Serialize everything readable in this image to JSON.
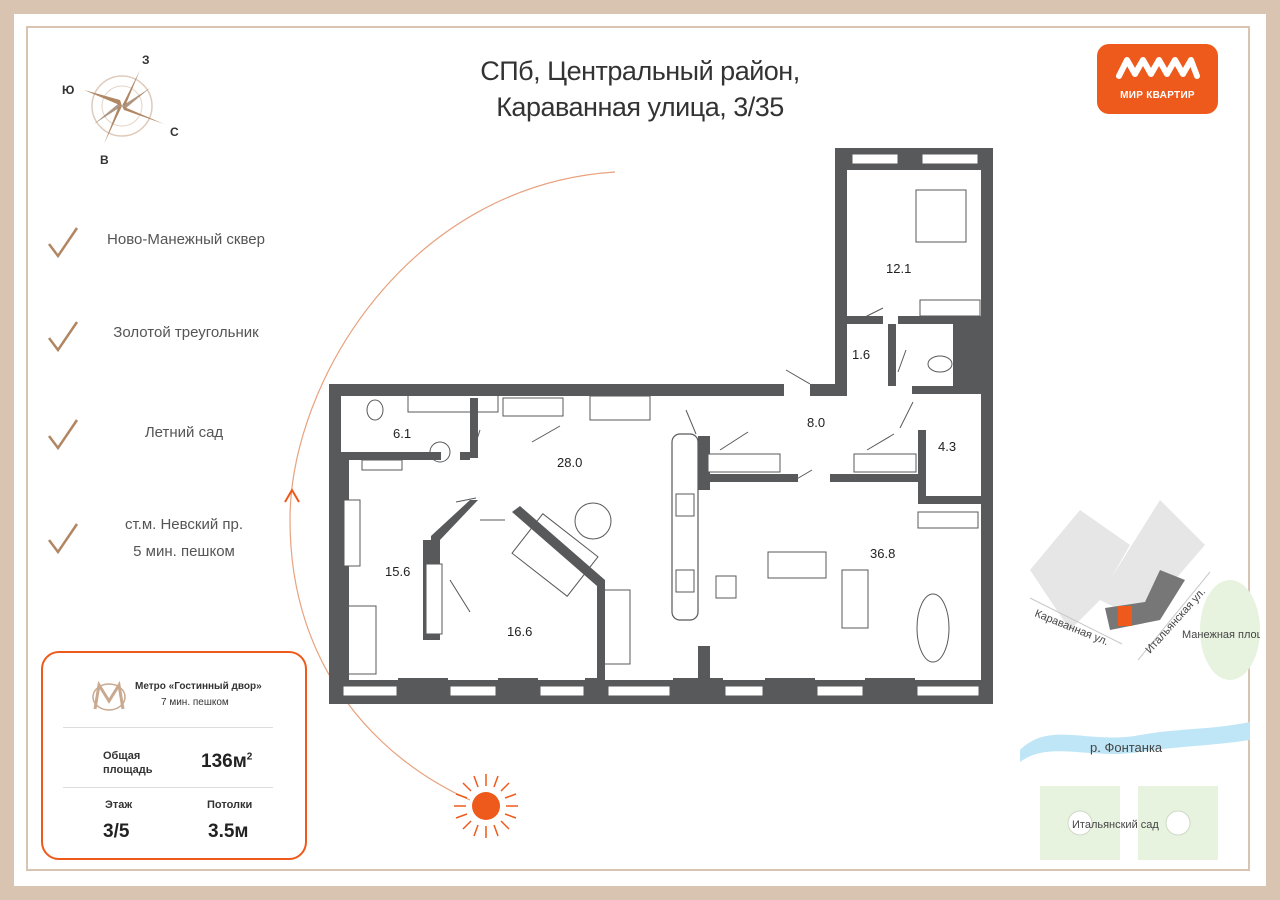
{
  "title": {
    "line1": "СПб, Центральный район,",
    "line2": "Караванная улица, 3/35"
  },
  "logo": {
    "text": "МИР КВАРТИР"
  },
  "compass": {
    "north": "З",
    "west": "Ю",
    "east": "С",
    "south": "В"
  },
  "amenities": [
    {
      "label": "Ново-Манежный сквер"
    },
    {
      "label": "Золотой треугольник"
    },
    {
      "label": "Летний сад"
    },
    {
      "label": "ст.м. Невский пр.",
      "sublabel": "5 мин. пешком"
    }
  ],
  "info": {
    "metro_name": "Метро «Гостинный двор»",
    "metro_walk": "7 мин. пешком",
    "area_label_1": "Общая",
    "area_label_2": "площадь",
    "area_value": "136м",
    "area_sup": "2",
    "floor_label": "Этаж",
    "floor_value": "3/5",
    "ceiling_label": "Потолки",
    "ceiling_value": "3.5м"
  },
  "rooms": [
    {
      "id": "room-12-1",
      "area": "12.1"
    },
    {
      "id": "room-1-6",
      "area": "1.6"
    },
    {
      "id": "room-8-0",
      "area": "8.0"
    },
    {
      "id": "room-4-3",
      "area": "4.3"
    },
    {
      "id": "room-6-1",
      "area": "6.1"
    },
    {
      "id": "room-28-0",
      "area": "28.0"
    },
    {
      "id": "room-15-6",
      "area": "15.6"
    },
    {
      "id": "room-16-6",
      "area": "16.6"
    },
    {
      "id": "room-36-8",
      "area": "36.8"
    }
  ],
  "map": {
    "street1": "Караванная ул.",
    "street2": "Итальянская ул.",
    "square": "Манежная площадь",
    "river": "р. Фонтанка",
    "garden": "Итальянский сад"
  },
  "colors": {
    "accent": "#ee5a1b",
    "wall": "#58595b",
    "frame": "#d9c3b1"
  }
}
